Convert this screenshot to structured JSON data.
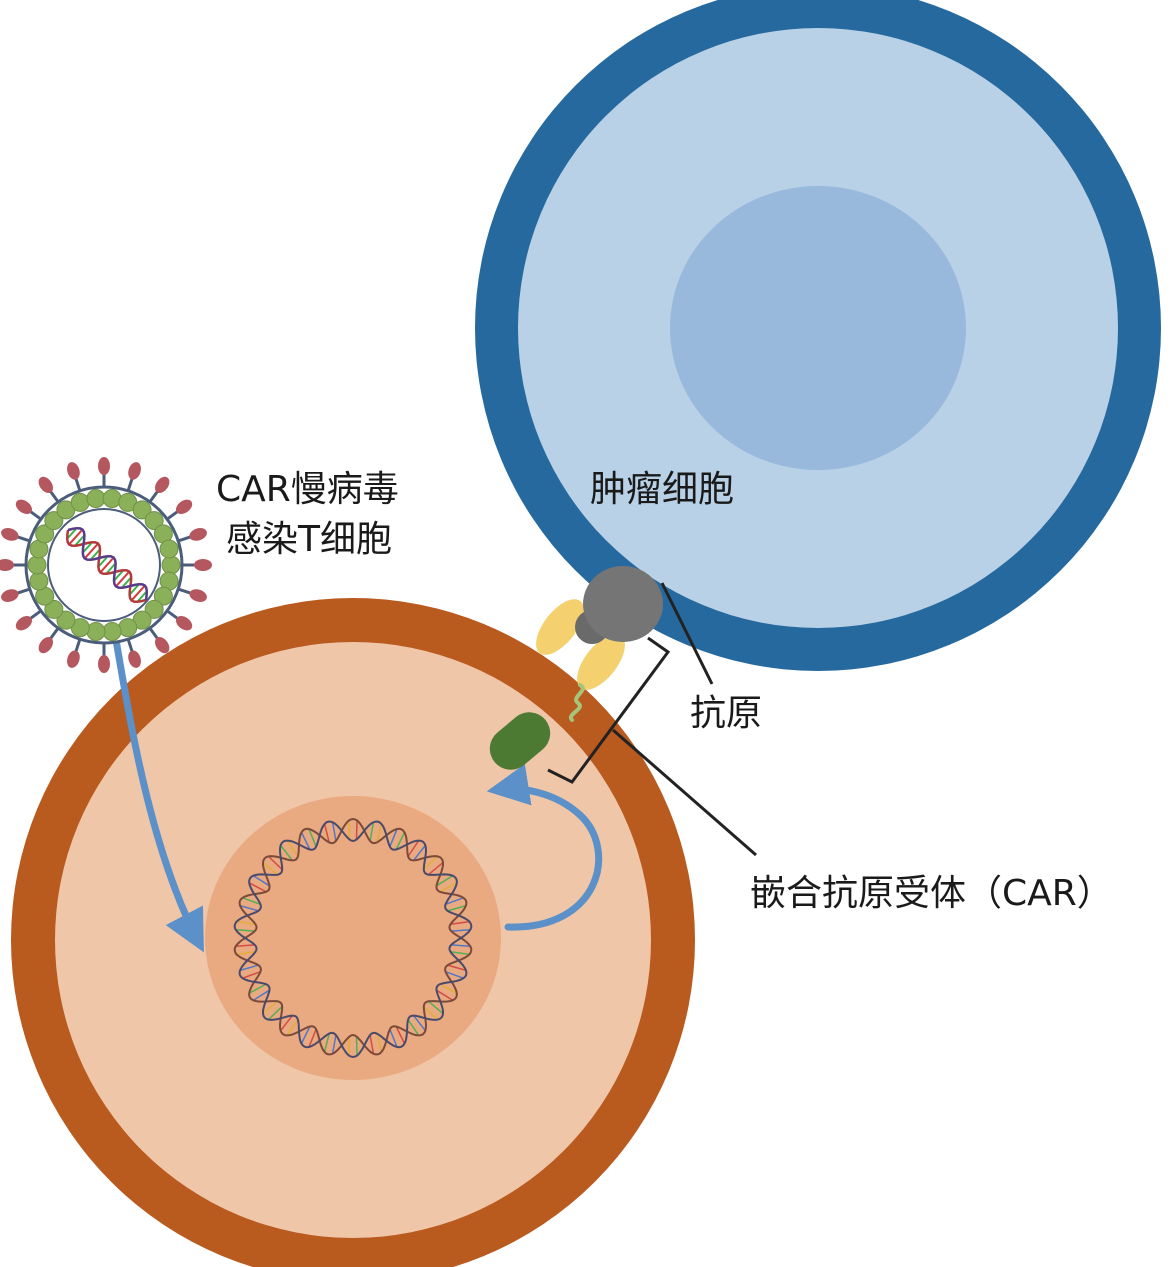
{
  "labels": {
    "virus_line1": "CAR慢病毒",
    "virus_line2": "感染T细胞",
    "tumor_cell": "肿瘤细胞",
    "antigen": "抗原",
    "car": "嵌合抗原受体（CAR）"
  },
  "colors": {
    "tumor_membrane": "#26699f",
    "tumor_cytoplasm": "#b8d1e6",
    "tumor_nucleus": "#98b9dc",
    "tcell_membrane": "#b95a1f",
    "tcell_cytoplasm": "#f0c6a8",
    "tcell_nucleus": "#e9aa82",
    "arrow": "#5b90c8",
    "antigen": "#757575",
    "antibody_fragment": "#f4d06f",
    "car_receptor": "#4c7a33",
    "virus_capsid": "#8bb05a",
    "virus_spike": "#b5575e",
    "leader_line": "#222222"
  }
}
